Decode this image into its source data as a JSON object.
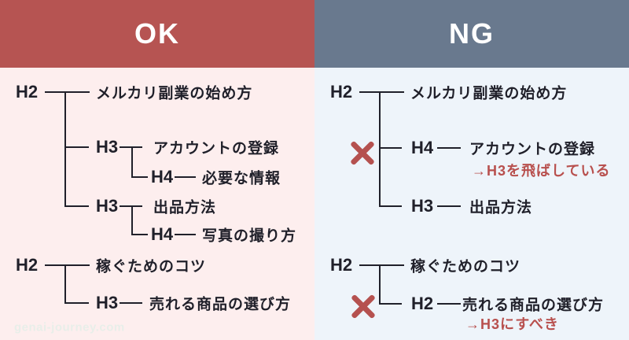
{
  "watermark": "genai-journey.com",
  "colors": {
    "ok_header": "#b65452",
    "ok_background": "#fdeeee",
    "ng_header": "#69798e",
    "ng_background": "#eef4fa",
    "tree_text": "#20202a",
    "error_red": "#b8504e",
    "header_text": "#ffffff"
  },
  "ok_panel": {
    "title": "OK",
    "nodes": [
      {
        "tag": "H2",
        "text": "メルカリ副業の始め方"
      },
      {
        "tag": "H3",
        "text": "アカウントの登録"
      },
      {
        "tag": "H4",
        "text": "必要な情報"
      },
      {
        "tag": "H3",
        "text": "出品方法"
      },
      {
        "tag": "H4",
        "text": "写真の撮り方"
      },
      {
        "tag": "H2",
        "text": "稼ぐためのコツ"
      },
      {
        "tag": "H3",
        "text": "売れる商品の選び方"
      }
    ]
  },
  "ng_panel": {
    "title": "NG",
    "nodes": [
      {
        "tag": "H2",
        "text": "メルカリ副業の始め方"
      },
      {
        "tag": "H4",
        "text": "アカウントの登録",
        "note": "→H3を飛ばしている",
        "error": "true"
      },
      {
        "tag": "H3",
        "text": "出品方法"
      },
      {
        "tag": "H2",
        "text": "稼ぐためのコツ"
      },
      {
        "tag": "H2",
        "text": "売れる商品の選び方",
        "note": "→H3にすべき",
        "error": "true"
      }
    ]
  }
}
